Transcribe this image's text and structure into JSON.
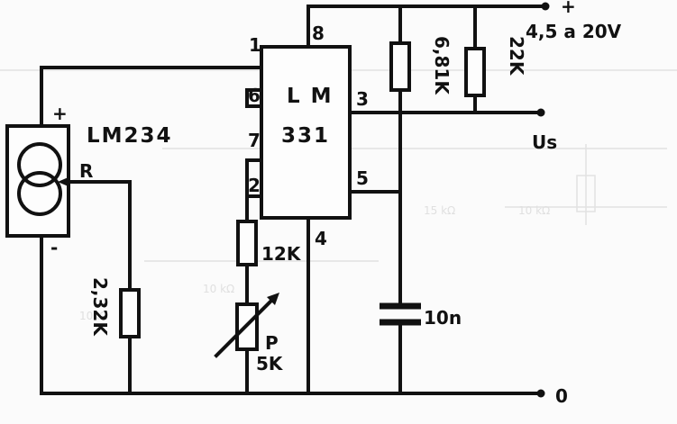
{
  "supply": {
    "plus": "+",
    "voltage": "4,5 a 20V"
  },
  "output": {
    "label": "Us",
    "ground": "0"
  },
  "ic1": {
    "name": "LM234",
    "plus": "+",
    "minus": "-",
    "pin_r": "R"
  },
  "ic2": {
    "line1": "L M",
    "line2": "331",
    "pins": {
      "p1": "1",
      "p2": "2",
      "p3": "3",
      "p4": "4",
      "p5": "5",
      "p6": "6",
      "p7": "7",
      "p8": "8"
    }
  },
  "components": {
    "r_232": "2,32K",
    "r_12k": "12K",
    "pot_name": "P",
    "pot_value": "5K",
    "r_681": "6,81K",
    "r_22k": "22K",
    "cap": "10n"
  }
}
